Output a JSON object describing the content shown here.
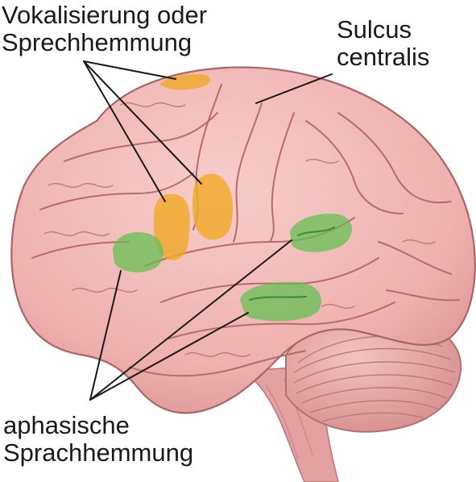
{
  "labels": {
    "vocalization": {
      "line1": "Vokalisierung oder",
      "line2": "Sprechhemmung"
    },
    "sulcus": {
      "line1": "Sulcus",
      "line2": "centralis"
    },
    "aphasic": {
      "line1": "aphasische",
      "line2": "Sprachhemmung"
    }
  },
  "colors": {
    "brain": "#f2b8b6",
    "brain_shade": "#d88e8d",
    "gyrus_line": "#b86a6d",
    "cerebellum": "#e9a9a8",
    "vocal_region": "#f0a928",
    "aphasic_region": "#5fbf4f",
    "leader_line": "#1a1a1a"
  }
}
